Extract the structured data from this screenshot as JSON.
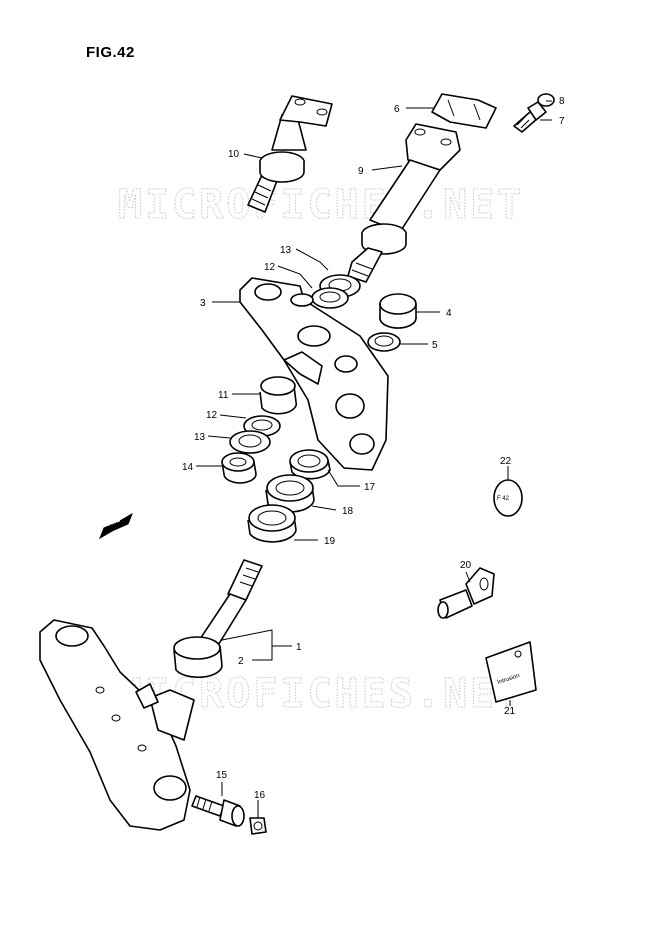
{
  "figure": {
    "title": "FIG.42"
  },
  "watermark": {
    "text": "MICROFICHES.NET"
  },
  "direction_badge": {
    "text": "FWD"
  },
  "tag_part_label": "F 42",
  "parts": [
    {
      "number": "1"
    },
    {
      "number": "2"
    },
    {
      "number": "3"
    },
    {
      "number": "4"
    },
    {
      "number": "5"
    },
    {
      "number": "6"
    },
    {
      "number": "7"
    },
    {
      "number": "8"
    },
    {
      "number": "9"
    },
    {
      "number": "10"
    },
    {
      "number": "11"
    },
    {
      "number": "12"
    },
    {
      "number": "13"
    },
    {
      "number": "14"
    },
    {
      "number": "15"
    },
    {
      "number": "16"
    },
    {
      "number": "17"
    },
    {
      "number": "18"
    },
    {
      "number": "19"
    },
    {
      "number": "20"
    },
    {
      "number": "21"
    },
    {
      "number": "22"
    }
  ],
  "colors": {
    "line": "#000000",
    "watermark": "#c7c7c7",
    "background": "#ffffff"
  }
}
